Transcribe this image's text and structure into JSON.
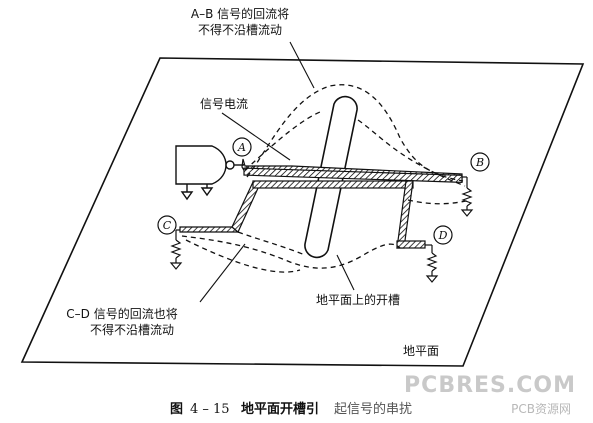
{
  "labels": {
    "ab_return_line1": "A–B 信号的回流将",
    "ab_return_line2": "不得不沿槽流动",
    "signal_current": "信号电流",
    "cd_return_line1": "C–D 信号的回流也将",
    "cd_return_line2": "不得不沿槽流动",
    "slot": "地平面上的开槽",
    "ground_plane": "地平面"
  },
  "nodes": {
    "a": "A",
    "b": "B",
    "c": "C",
    "d": "D"
  },
  "caption": {
    "figure_prefix": "图",
    "figure_number": "4 – 15",
    "title_main": "地平面开槽引",
    "title_rest": "起信号的串扰"
  },
  "watermark": {
    "brand": "PCBRES.COM",
    "site": "PCB资源网"
  },
  "colors": {
    "ink": "#111111",
    "watermark": "#c9c9c9"
  }
}
